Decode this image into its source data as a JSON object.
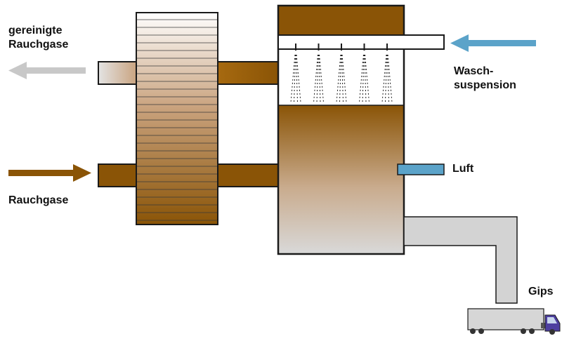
{
  "labels": {
    "clean_gas_line1": "gereinigte",
    "clean_gas_line2": "Rauchgase",
    "flue_gas": "Rauchgase",
    "wash_line1": "Wasch-",
    "wash_line2": "suspension",
    "air": "Luft",
    "gypsum": "Gips"
  },
  "colors": {
    "flue_brown": "#8a5406",
    "clean_gray": "#c8c8c8",
    "wash_blue": "#5ba3c9",
    "air_blue": "#5ba3c9",
    "slurry_top": "#8a5406",
    "slurry_bottom": "#d9d9d9",
    "truck_cab": "#4d3fa0",
    "outline": "#1a1a1a"
  },
  "nozzles": {
    "count": 5
  }
}
